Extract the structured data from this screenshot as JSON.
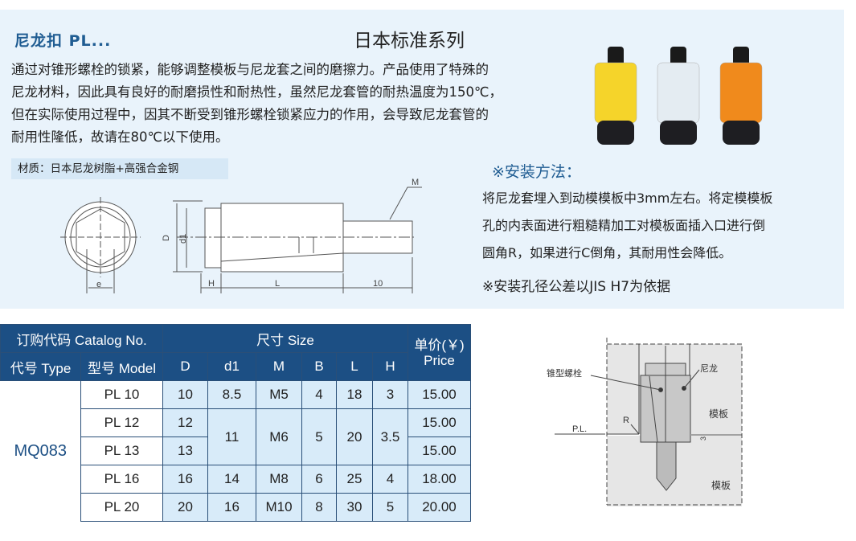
{
  "header": {
    "title": "尼龙扣  PL...",
    "series": "日本标准系列"
  },
  "description": [
    "通过对锥形螺栓的锁紧，能够调整模板与尼龙套之间的磨擦力。产品使用了特殊的",
    "尼龙材料，因此具有良好的耐磨损性和耐热性，虽然尼龙套管的耐热温度为150℃，",
    "但在实际使用过程中，因其不断受到锥形螺栓锁紧应力的作用，会导致尼龙套管的",
    "耐用性隆低，故请在80℃以下使用。"
  ],
  "material": "材质：日本尼龙树脂+高强合金钢",
  "installation": {
    "title": "※安装方法：",
    "lines": [
      "将尼龙套埋入到动模模板中3mm左右。将定模模板",
      "孔的内表面进行粗糙精加工对模板面插入口进行倒",
      "圆角R，如果进行C倒角，其耐用性会降低。"
    ],
    "note": "※安装孔径公差以JIS H7为依据"
  },
  "drawing": {
    "labels": {
      "M": "M",
      "D": "D",
      "d1": "d1",
      "H": "H",
      "L": "L",
      "ten": "10",
      "e": "e"
    }
  },
  "install_drawing": {
    "labels": {
      "bolt": "锥型螺栓",
      "nylon": "尼龙",
      "plate_top": "模板",
      "plate_bottom": "模板",
      "pl": "P.L.",
      "r": "R",
      "gap": "3"
    }
  },
  "product_colors": [
    "#f5d42a",
    "#e4ecf2",
    "#f08a1c"
  ],
  "table": {
    "header": {
      "catalog": "订购代码 Catalog No.",
      "size": "尺寸 Size",
      "price": "单价(￥) Price",
      "type": "代号 Type",
      "model": "型号 Model",
      "cols": [
        "D",
        "d1",
        "M",
        "B",
        "L",
        "H"
      ]
    },
    "type": "MQ083",
    "rows": [
      {
        "model": "PL 10",
        "D": "10",
        "d1": "8.5",
        "M": "M5",
        "B": "4",
        "L": "18",
        "H": "3",
        "price": "15.00"
      },
      {
        "model": "PL 12",
        "D": "12",
        "d1": "11",
        "M": "M6",
        "B": "5",
        "L": "20",
        "H": "3.5",
        "price": "15.00"
      },
      {
        "model": "PL 13",
        "D": "13",
        "price": "15.00"
      },
      {
        "model": "PL 16",
        "D": "16",
        "d1": "14",
        "M": "M8",
        "B": "6",
        "L": "25",
        "H": "4",
        "price": "18.00"
      },
      {
        "model": "PL 20",
        "D": "20",
        "d1": "16",
        "M": "M10",
        "B": "8",
        "L": "30",
        "H": "5",
        "price": "20.00"
      }
    ]
  }
}
